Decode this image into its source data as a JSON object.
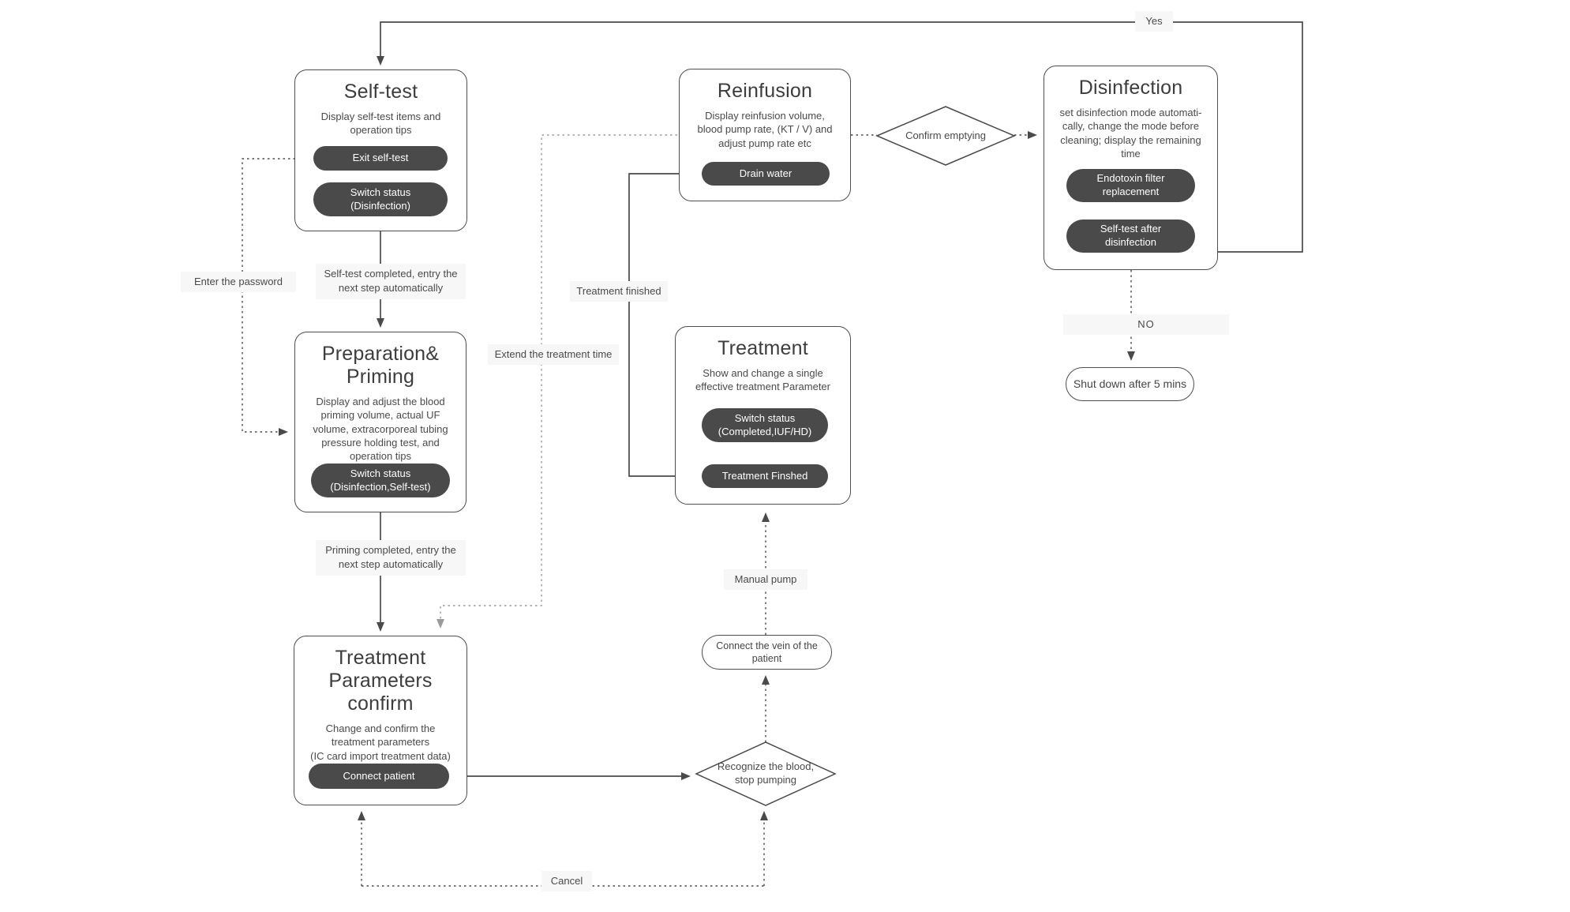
{
  "colors": {
    "line": "#4a4a4a",
    "line_light": "#9a9a9a",
    "button_bg": "#4a4a4a",
    "button_text": "#ffffff",
    "label_bg": "#f7f7f7",
    "background": "#ffffff"
  },
  "nodes": {
    "self_test": {
      "title": "Self-test",
      "desc": "Display self-test items and\noperation tips",
      "buttons": [
        "Exit self-test",
        "Switch status\n(Disinfection)"
      ]
    },
    "reinfusion": {
      "title": "Reinfusion",
      "desc": "Display reinfusion volume,\nblood pump rate, (KT / V) and\nadjust pump rate etc",
      "buttons": [
        "Drain water"
      ]
    },
    "disinfection": {
      "title": "Disinfection",
      "desc": "set disinfection mode automati-\ncally, change the mode before\ncleaning; display the remaining\ntime",
      "buttons": [
        "Endotoxin filter\nreplacement",
        "Self-test after\ndisinfection"
      ]
    },
    "preparation": {
      "title": "Preparation&\nPriming",
      "desc": "Display and adjust the blood\npriming volume, actual UF\nvolume, extracorporeal tubing\npressure holding test, and\noperation tips",
      "buttons": [
        "Switch status\n(Disinfection,Self-test)"
      ]
    },
    "treatment": {
      "title": "Treatment",
      "desc": "Show and change a single\neffective treatment Parameter",
      "buttons": [
        "Switch status\n(Completed,IUF/HD)",
        "Treatment Finshed"
      ]
    },
    "treatment_params": {
      "title": "Treatment\nParameters confirm",
      "desc": "Change and confirm the\ntreatment parameters\n(IC card import treatment data)",
      "buttons": [
        "Connect patient"
      ]
    },
    "shutdown": {
      "label": "Shut down after 5 mins"
    },
    "connect_vein": {
      "label": "Connect the vein of the\npatient"
    },
    "confirm_emptying": {
      "label": "Confirm emptying"
    },
    "recognize_blood": {
      "label": "Recognize the blood,\nstop pumping"
    }
  },
  "edge_labels": {
    "yes": "Yes",
    "no": "NO",
    "cancel": "Cancel",
    "enter_password": "Enter the password",
    "selftest_completed": "Self-test completed, entry the\nnext step automatically",
    "priming_completed": "Priming completed, entry the\nnext step automatically",
    "treatment_finished": "Treatment finished",
    "extend_time": "Extend the treatment time",
    "manual_pump": "Manual pump"
  }
}
